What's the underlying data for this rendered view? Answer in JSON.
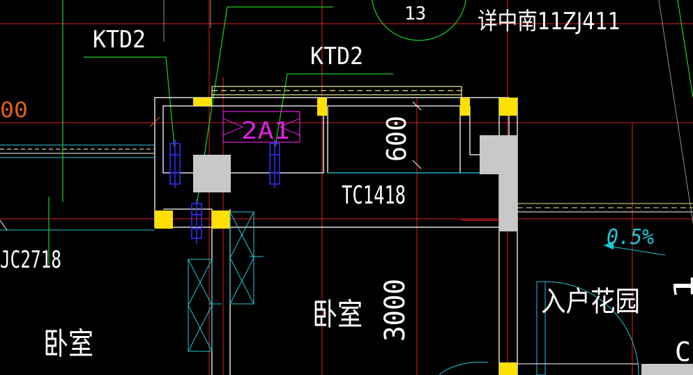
{
  "colors": {
    "background": "#000000",
    "axis_red": "#e02020",
    "wall_white": "#ffffff",
    "column_yellow": "#ffe000",
    "fill_gray": "#c8c8c8",
    "leader_green": "#20d020",
    "cyan": "#20c8d8",
    "magenta": "#e020e0",
    "blue": "#3030ff",
    "light_yellow": "#e8e890",
    "orange": "#e06020"
  },
  "labels": {
    "detail_number": "13",
    "detail_ref": "详中南11ZJ411",
    "ktd_left": "KTD2",
    "ktd_right": "KTD2",
    "ac_unit": "2A1",
    "dim_600": "600",
    "window_tc": "TC1418",
    "window_jc": "JC2718",
    "slope": "0.5%",
    "room_bedroom_center": "卧室",
    "room_bedroom_left": "卧室",
    "room_entrance_garden": "入户花园",
    "dim_3000": "3000",
    "dim_partial_left": "00",
    "dim_partial_right": "1",
    "partial_code_right": "C"
  }
}
